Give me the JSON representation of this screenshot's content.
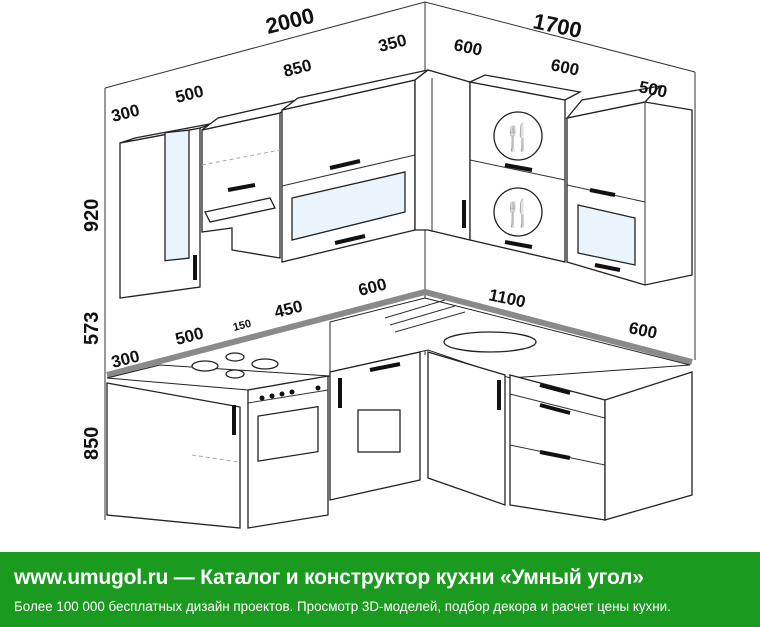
{
  "dimensions": {
    "top_left_total": "2000",
    "top_right_total": "1700",
    "upper_left": [
      "300",
      "500",
      "850",
      "350"
    ],
    "upper_right": [
      "600",
      "600",
      "500"
    ],
    "height_upper": "920",
    "height_middle": "573",
    "height_lower": "850",
    "lower_left": [
      "300",
      "500",
      "150",
      "450",
      "600"
    ],
    "lower_right": [
      "1100",
      "600"
    ]
  },
  "footer": {
    "title": "www.umugol.ru — Каталог и конструктор кухни «Умный угол»",
    "subtitle": "Более 100 000 бесплатных дизайн проектов. Просмотр 3D-моделей, подбор декора и расчет цены кухни."
  },
  "colors": {
    "footer_bg": "#1a9a1e",
    "countertop": "#8a8a8a",
    "glass": "#eaf4fc"
  }
}
